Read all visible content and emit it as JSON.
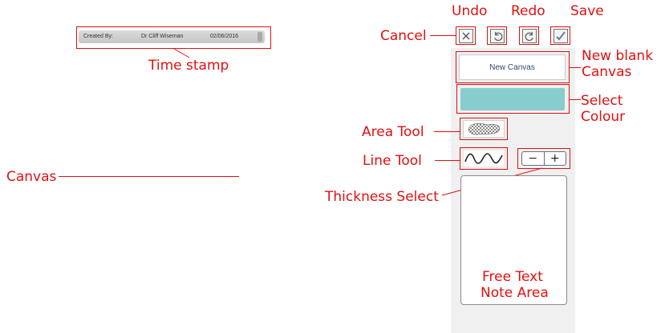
{
  "timestamp_bar": {
    "created_by_label": "Created By:",
    "author": "Dr Cliff Wiseman",
    "date": "02/06/2016"
  },
  "toolbar": {
    "cancel_icon": "close-icon",
    "undo_icon": "undo-icon",
    "redo_icon": "redo-icon",
    "save_icon": "checkmark-icon"
  },
  "new_canvas_button": {
    "label": "New Canvas"
  },
  "colour_swatch": {
    "color": "#88cdcd"
  },
  "thickness": {
    "decrease_label": "−",
    "increase_label": "+"
  },
  "annotations": {
    "undo": "Undo",
    "redo": "Redo",
    "save": "Save",
    "cancel": "Cancel",
    "time_stamp": "Time stamp",
    "new_blank_canvas_line1": "New blank",
    "new_blank_canvas_line2": "Canvas",
    "select_colour_line1": "Select",
    "select_colour_line2": "Colour",
    "area_tool": "Area Tool",
    "line_tool": "Line Tool",
    "thickness_select": "Thickness Select",
    "canvas": "Canvas",
    "free_text_line1": "Free Text",
    "free_text_line2": "Note Area"
  },
  "colors": {
    "annotation_red": "#e01010",
    "panel_bg": "#f0f0f0"
  }
}
